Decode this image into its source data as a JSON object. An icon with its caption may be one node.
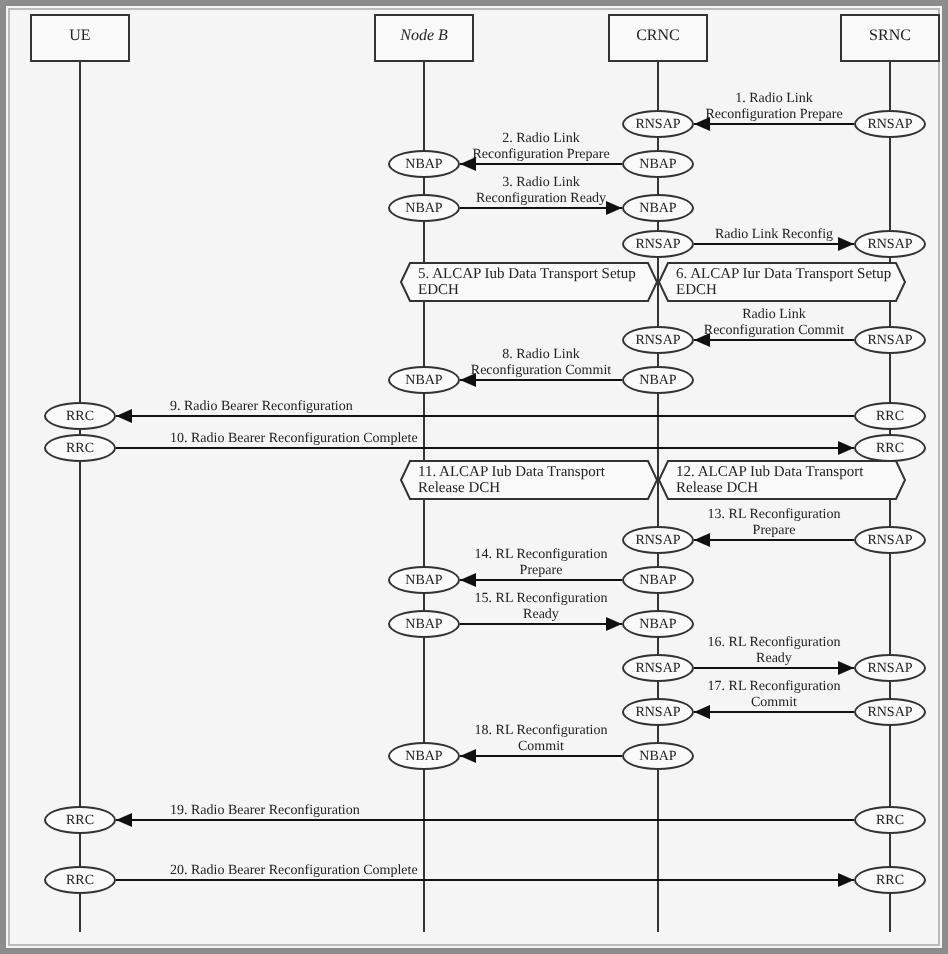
{
  "diagram": {
    "nodes": [
      {
        "text": [
          "UE"
        ]
      },
      {
        "text": [
          "Node B"
        ]
      },
      {
        "text": [
          "CRNC"
        ]
      },
      {
        "text": [
          "SRNC"
        ]
      },
      {
        "text": [
          "RNSAP"
        ]
      },
      {
        "text": [
          "RNSAP"
        ]
      },
      {
        "text": [
          "NBAP"
        ]
      },
      {
        "text": [
          "NBAP"
        ]
      },
      {
        "text": [
          "NBAP"
        ]
      },
      {
        "text": [
          "NBAP"
        ]
      },
      {
        "text": [
          "RNSAP"
        ]
      },
      {
        "text": [
          "RNSAP"
        ]
      },
      {
        "text": [
          "5. ALCAP Iub Data Transport Setup EDCH"
        ]
      },
      {
        "text": [
          "6. ALCAP Iur Data Transport Setup EDCH"
        ]
      },
      {
        "text": [
          "RNSAP"
        ]
      },
      {
        "text": [
          "RNSAP"
        ]
      },
      {
        "text": [
          "NBAP"
        ]
      },
      {
        "text": [
          "NBAP"
        ]
      },
      {
        "text": [
          "RRC"
        ]
      },
      {
        "text": [
          "RRC"
        ]
      },
      {
        "text": [
          "RRC"
        ]
      },
      {
        "text": [
          "RRC"
        ]
      },
      {
        "text": [
          "11. ALCAP Iub Data Transport Release DCH"
        ]
      },
      {
        "text": [
          "12. ALCAP Iub Data Transport Release DCH"
        ]
      },
      {
        "text": [
          "RNSAP"
        ]
      },
      {
        "text": [
          "RNSAP"
        ]
      },
      {
        "text": [
          "NBAP"
        ]
      },
      {
        "text": [
          "NBAP"
        ]
      },
      {
        "text": [
          "NBAP"
        ]
      },
      {
        "text": [
          "NBAP"
        ]
      },
      {
        "text": [
          "RNSAP"
        ]
      },
      {
        "text": [
          "RNSAP"
        ]
      },
      {
        "text": [
          "RNSAP"
        ]
      },
      {
        "text": [
          "RNSAP"
        ]
      },
      {
        "text": [
          "NBAP"
        ]
      },
      {
        "text": [
          "NBAP"
        ]
      },
      {
        "text": [
          "RRC"
        ]
      },
      {
        "text": [
          "RRC"
        ]
      },
      {
        "text": [
          "RRC"
        ]
      },
      {
        "text": [
          "RRC"
        ]
      }
    ],
    "edges": [
      {
        "from": 5,
        "to": 4,
        "arrow": "to",
        "label": "1. Radio Link Reconfiguration Prepare"
      },
      {
        "from": 7,
        "to": 6,
        "arrow": "to",
        "label": "2. Radio Link Reconfiguration Prepare"
      },
      {
        "from": 8,
        "to": 9,
        "arrow": "to",
        "label": "3. Radio Link Reconfiguration Ready"
      },
      {
        "from": 10,
        "to": 11,
        "arrow": "to",
        "label": "Radio Link Reconfig"
      },
      {
        "from": 15,
        "to": 14,
        "arrow": "to",
        "label": "Radio Link Reconfiguration Commit"
      },
      {
        "from": 17,
        "to": 16,
        "arrow": "to",
        "label": "8. Radio Link Reconfiguration Commit"
      },
      {
        "from": 19,
        "to": 18,
        "arrow": "to",
        "label": "9. Radio Bearer Reconfiguration"
      },
      {
        "from": 20,
        "to": 21,
        "arrow": "to",
        "label": "10. Radio Bearer Reconfiguration Complete"
      },
      {
        "from": 25,
        "to": 24,
        "arrow": "to",
        "label": "13. RL Reconfiguration Prepare"
      },
      {
        "from": 27,
        "to": 26,
        "arrow": "to",
        "label": "14. RL Reconfiguration Prepare"
      },
      {
        "from": 28,
        "to": 29,
        "arrow": "to",
        "label": "15. RL Reconfiguration Ready"
      },
      {
        "from": 30,
        "to": 31,
        "arrow": "to",
        "label": "16. RL Reconfiguration Ready"
      },
      {
        "from": 33,
        "to": 32,
        "arrow": "to",
        "label": "17. RL Reconfiguration Commit"
      },
      {
        "from": 35,
        "to": 34,
        "arrow": "to",
        "label": "18. RL Reconfiguration Commit"
      },
      {
        "from": 37,
        "to": 36,
        "arrow": "to",
        "label": "19. Radio Bearer Reconfiguration"
      },
      {
        "from": 38,
        "to": 39,
        "arrow": "to",
        "label": "20. Radio Bearer Reconfiguration Complete"
      }
    ]
  }
}
